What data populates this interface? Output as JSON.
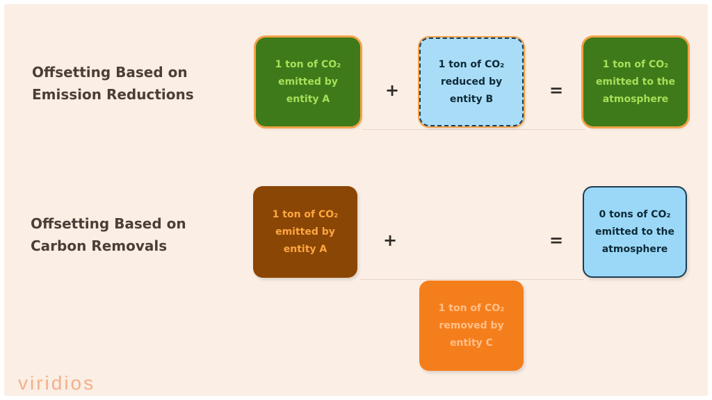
{
  "row1": {
    "label": "Offsetting Based on\nEmission Reductions",
    "box_a": "1 ton of CO₂\nemitted by\nentity A",
    "plus": "+",
    "box_b": "1 ton of CO₂\nreduced by\nentity B",
    "equals": "=",
    "box_result": "1 ton of CO₂\nemitted to the\natmosphere"
  },
  "row2": {
    "label": "Offsetting Based on\nCarbon Removals",
    "box_a": "1 ton of CO₂\nemitted by\nentity A",
    "plus": "+",
    "equals": "=",
    "box_result": "0 tons of CO₂\nemitted to the\natmosphere",
    "box_c": "1 ton of CO₂\nremoved by\nentity C"
  },
  "logo": {
    "text": "viridios",
    "color": "#f2b08a"
  },
  "colors": {
    "background": "#fbeee4",
    "green_box": "#3f7a1a",
    "green_text": "#a6e05a",
    "blue_box": "#a9ddf7",
    "brown_box": "#8a4605",
    "orange_box": "#f57e1c",
    "outline_orange": "#f4a24a"
  }
}
